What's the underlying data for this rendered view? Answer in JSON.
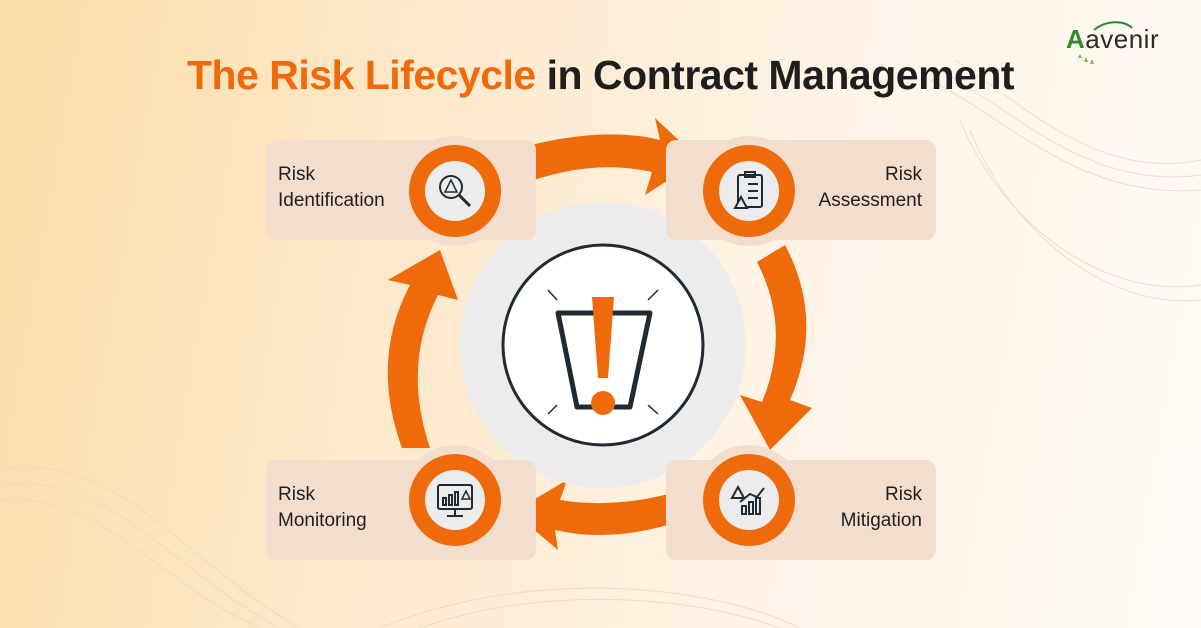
{
  "header": {
    "title_highlight": "The Risk Lifecycle",
    "title_rest": "in Contract Management"
  },
  "brand": {
    "logo_text_first": "A",
    "logo_text_rest": "avenir",
    "accent_color": "#2d8a2f"
  },
  "colors": {
    "primary_orange": "#ef6a0a",
    "card_background": "#f3ddcc",
    "dark_stroke": "#1f2a33"
  },
  "center": {
    "icon": "exclamation-warning-icon"
  },
  "stages": [
    {
      "id": "identification",
      "line1": "Risk",
      "line2": "Identification",
      "icon": "magnifier-warning-icon"
    },
    {
      "id": "assessment",
      "line1": "Risk",
      "line2": "Assessment",
      "icon": "clipboard-checklist-icon"
    },
    {
      "id": "mitigation",
      "line1": "Risk",
      "line2": "Mitigation",
      "icon": "warning-bar-chart-icon"
    },
    {
      "id": "monitoring",
      "line1": "Risk",
      "line2": "Monitoring",
      "icon": "monitor-chart-icon"
    }
  ]
}
